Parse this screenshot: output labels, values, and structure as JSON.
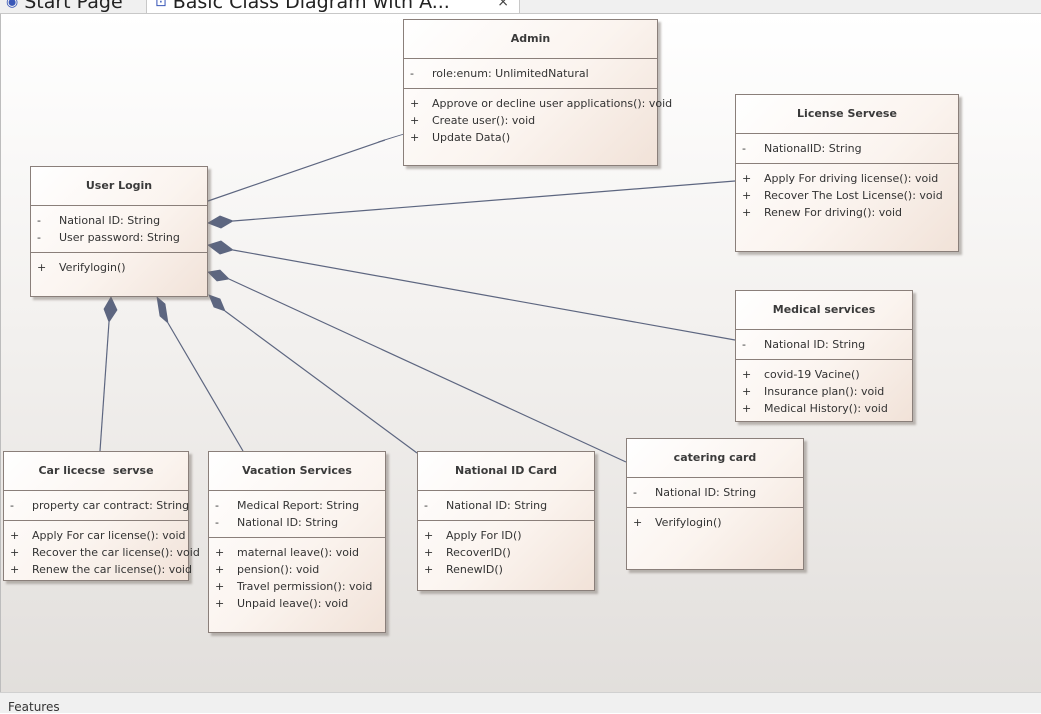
{
  "tabs": [
    {
      "label": "Start Page",
      "icon": "start-page-icon"
    },
    {
      "label": "Basic Class Diagram with A...",
      "icon": "diagram-icon",
      "close": "×"
    }
  ],
  "classes": {
    "admin": {
      "name": "Admin",
      "attributes": [
        {
          "vis": "-",
          "text": "role:enum: UnlimitedNatural"
        }
      ],
      "operations": [
        {
          "vis": "+",
          "text": "Approve or decline user applications(): void"
        },
        {
          "vis": "+",
          "text": "Create user(): void"
        },
        {
          "vis": "+",
          "text": "Update Data()"
        }
      ]
    },
    "license": {
      "name": "License Servese",
      "attributes": [
        {
          "vis": "-",
          "text": "NationalID: String"
        }
      ],
      "operations": [
        {
          "vis": "+",
          "text": "Apply For driving license(): void"
        },
        {
          "vis": "+",
          "text": "Recover The Lost License(): void"
        },
        {
          "vis": "+",
          "text": "Renew For driving(): void"
        }
      ]
    },
    "userlogin": {
      "name": "User Login",
      "attributes": [
        {
          "vis": "-",
          "text": "National ID: String"
        },
        {
          "vis": "-",
          "text": "User password: String"
        }
      ],
      "operations": [
        {
          "vis": "+",
          "text": "Verifylogin()"
        }
      ]
    },
    "medical": {
      "name": "Medical services",
      "attributes": [
        {
          "vis": "-",
          "text": "National ID: String"
        }
      ],
      "operations": [
        {
          "vis": "+",
          "text": "covid-19 Vacine()"
        },
        {
          "vis": "+",
          "text": "Insurance plan(): void"
        },
        {
          "vis": "+",
          "text": "Medical History(): void"
        }
      ]
    },
    "catering": {
      "name": "catering card",
      "attributes": [
        {
          "vis": "-",
          "text": "National ID: String"
        }
      ],
      "operations": [
        {
          "vis": "+",
          "text": "Verifylogin()"
        }
      ]
    },
    "car": {
      "name": "Car licecse  servse",
      "attributes": [
        {
          "vis": "-",
          "text": "property car contract: String"
        }
      ],
      "operations": [
        {
          "vis": "+",
          "text": "Apply For car license(): void"
        },
        {
          "vis": "+",
          "text": "Recover the car license(): void"
        },
        {
          "vis": "+",
          "text": "Renew the car license(): void"
        }
      ]
    },
    "vacation": {
      "name": "Vacation Services",
      "attributes": [
        {
          "vis": "-",
          "text": "Medical Report: String"
        },
        {
          "vis": "-",
          "text": "National ID: String"
        }
      ],
      "operations": [
        {
          "vis": "+",
          "text": "maternal leave(): void"
        },
        {
          "vis": "+",
          "text": "pension(): void"
        },
        {
          "vis": "+",
          "text": "Travel permission(): void"
        },
        {
          "vis": "+",
          "text": "Unpaid leave(): void"
        }
      ]
    },
    "nationalid": {
      "name": "National ID Card",
      "attributes": [
        {
          "vis": "-",
          "text": "National ID: String"
        }
      ],
      "operations": [
        {
          "vis": "+",
          "text": "Apply For ID()"
        },
        {
          "vis": "+",
          "text": "RecoverID()"
        },
        {
          "vis": "+",
          "text": "RenewID()"
        }
      ]
    }
  },
  "relations": [
    {
      "type": "composition",
      "whole": "Admin",
      "part": "User Login"
    },
    {
      "type": "composition",
      "whole": "User Login",
      "part": "License Servese"
    },
    {
      "type": "composition",
      "whole": "User Login",
      "part": "Medical services"
    },
    {
      "type": "composition",
      "whole": "User Login",
      "part": "catering card"
    },
    {
      "type": "composition",
      "whole": "User Login",
      "part": "National ID Card"
    },
    {
      "type": "composition",
      "whole": "User Login",
      "part": "Vacation Services"
    },
    {
      "type": "composition",
      "whole": "User Login",
      "part": "Car licecse  servse"
    }
  ],
  "colors": {
    "connector": "#5d6680",
    "border": "#8a7f7a"
  },
  "statusbar": {
    "label": "Features"
  }
}
